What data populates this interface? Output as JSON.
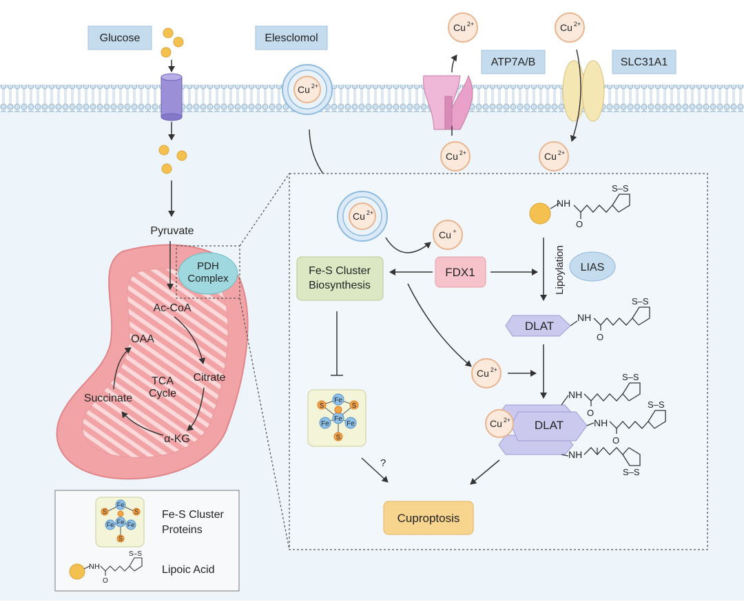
{
  "labels": {
    "glucose": "Glucose",
    "elesclomol": "Elesclomol",
    "atp7": "ATP7A/B",
    "slc31a1": "SLC31A1",
    "pyruvate": "Pyruvate",
    "pdh_line1": "PDH",
    "pdh_line2": "Complex",
    "acoa": "Ac-CoA",
    "oaa": "OAA",
    "citrate": "Citrate",
    "tca_line1": "TCA",
    "tca_line2": "Cycle",
    "succinate": "Succinate",
    "akg": "α-KG",
    "fes_bio_line1": "Fe-S Cluster",
    "fes_bio_line2": "Biosynthesis",
    "fdx1": "FDX1",
    "lipoylation": "Lipoylation",
    "lias": "LIAS",
    "dlat": "DLAT",
    "cuproptosis": "Cuproptosis",
    "question": "?"
  },
  "ions": {
    "cu2": "Cu",
    "cu2_sup": "2+",
    "cu1": "Cu",
    "cu1_sup": "+"
  },
  "chem": {
    "nh": "NH",
    "o": "O",
    "ss": "S–S",
    "fe": "Fe",
    "s": "S"
  },
  "legend": {
    "fes_line1": "Fe-S Cluster",
    "fes_line2": "Proteins",
    "lipoic": "Lipoic Acid"
  },
  "colors": {
    "label_box": "#c5dcef",
    "cell_bg": "#eef5fa",
    "membrane": "#a9c6dc",
    "mito": "#f1a3a6",
    "fdx1": "#f7c3cb",
    "green_box": "#dbe8c3",
    "cuproptosis": "#f8d58e",
    "dlat": "#ccc9ef",
    "copper_ring": "#f2c39f",
    "pdh": "#9fd8df"
  }
}
